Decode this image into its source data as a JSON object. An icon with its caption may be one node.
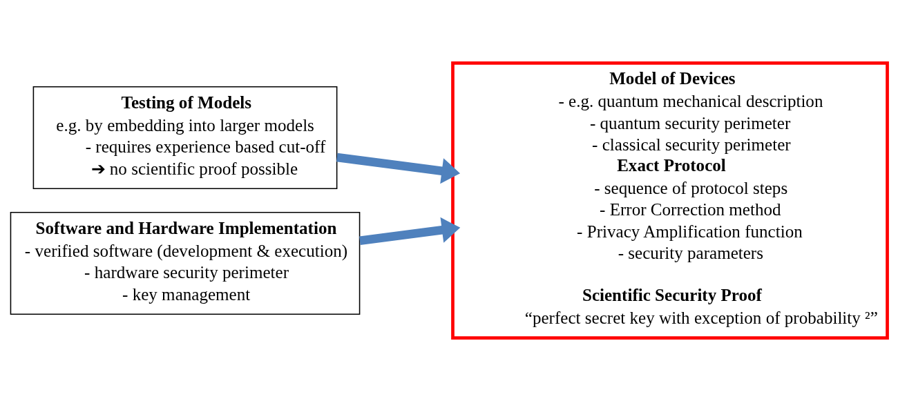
{
  "diagram": {
    "nodes": [
      {
        "text": [
          "Testing of Models",
          "e.g. by embedding into larger models",
          "- requires experience based cut-off",
          "➔ no scientific proof possible"
        ]
      },
      {
        "text": [
          "Software and Hardware Implementation",
          "- verified software (development & execution)",
          "- hardware security perimeter",
          "- key management"
        ]
      },
      {
        "text": [
          "Model of Devices",
          "- e.g. quantum mechanical description",
          "- quantum security perimeter",
          "- classical security perimeter",
          "Exact Protocol",
          "- sequence of protocol steps",
          "- Error Correction method",
          "- Privacy Amplification function",
          "- security parameters",
          "Scientific Security Proof",
          "“perfect secret key with exception of probability ²”"
        ]
      }
    ],
    "edges": [
      {
        "from": 0,
        "to": 2,
        "arrow": "to"
      },
      {
        "from": 1,
        "to": 2,
        "arrow": "to"
      }
    ]
  }
}
